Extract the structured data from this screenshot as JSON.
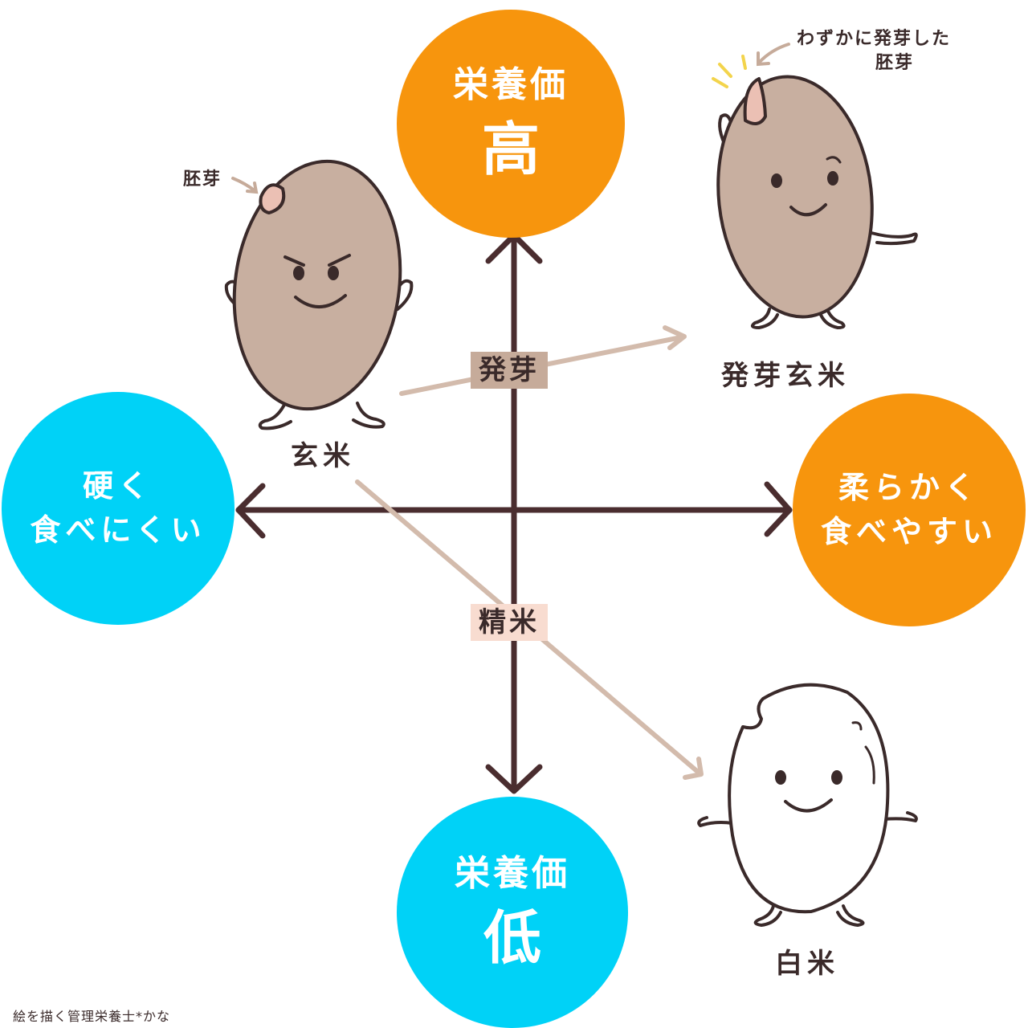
{
  "colors": {
    "orange": "#F7950D",
    "cyan": "#00D2F7",
    "axis": "#4A2D2F",
    "grain_brown": "#C8AFA0",
    "outline": "#3A2A2A",
    "germ_pink": "#EBC0B4",
    "tag_brown": "#C6AB9A",
    "tag_pink": "#F8DCD0",
    "connector": "#D3BBAC",
    "sparkle": "#F3D44C"
  },
  "circles": {
    "top": {
      "line1": "栄養価",
      "line2": "高",
      "color": "orange"
    },
    "bottom": {
      "line1": "栄養価",
      "line2": "低",
      "color": "cyan"
    },
    "left": {
      "line1": "硬く",
      "line2": "食べにくい",
      "color": "cyan"
    },
    "right": {
      "line1": "柔らかく",
      "line2": "食べやすい",
      "color": "orange"
    }
  },
  "tags": {
    "germinate": "発芽",
    "polish": "精米"
  },
  "characters": {
    "genmai": {
      "label": "玄米",
      "germ_label": "胚芽"
    },
    "hatsuga": {
      "label": "発芽玄米",
      "germ_note_line1": "わずかに発芽した",
      "germ_note_line2": "胚芽"
    },
    "hakumai": {
      "label": "白米"
    }
  },
  "credit": "絵を描く管理栄養士*かな"
}
